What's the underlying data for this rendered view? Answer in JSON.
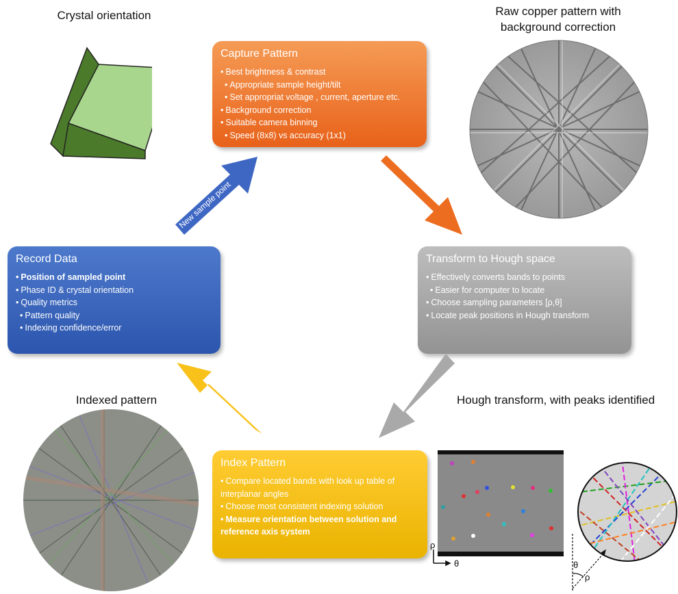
{
  "captions": {
    "crystal": "Crystal orientation",
    "raw_line1": "Raw copper pattern with",
    "raw_line2": "background correction",
    "indexed": "Indexed pattern",
    "hough_peaks": "Hough transform, with peaks identified"
  },
  "capture": {
    "title": "Capture Pattern",
    "items": [
      "Best brightness & contrast",
      "Appropriate sample height/tilt",
      "Set appropriat voltage , current, aperture etc.",
      "Background correction",
      "Suitable camera binning",
      "Speed (8x8) vs accuracy (1x1)"
    ]
  },
  "hough": {
    "title": "Transform to Hough space",
    "items": [
      "Effectively converts bands to points",
      "Easier for computer to locate",
      "Choose sampling parameters [ρ,θ]",
      "Locate peak positions in Hough transform"
    ]
  },
  "record": {
    "title": "Record Data",
    "items": [
      "Position of  sampled point",
      "Phase ID & crystal orientation",
      "Quality metrics",
      "Pattern quality",
      "Indexing confidence/error"
    ]
  },
  "index": {
    "title": "Index Pattern",
    "items": [
      "Compare located bands with look up table of interplanar angles",
      "Choose most consistent indexing solution",
      "Measure orientation between solution and reference axis system"
    ]
  },
  "arrows": {
    "new_sample_point": "New sample point",
    "colors": {
      "blue": "#3e67c4",
      "orange": "#ec6d20",
      "gray": "#a9a9a9",
      "yellow": "#f8c21a"
    }
  },
  "axes": {
    "rho": "ρ",
    "theta": "θ"
  }
}
